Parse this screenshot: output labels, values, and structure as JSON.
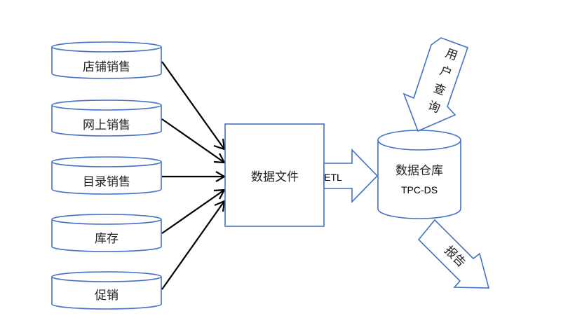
{
  "diagram": {
    "sources": [
      {
        "label": "店铺销售"
      },
      {
        "label": "网上销售"
      },
      {
        "label": "目录销售"
      },
      {
        "label": "库存"
      },
      {
        "label": "促销"
      }
    ],
    "data_files": {
      "label": "数据文件"
    },
    "etl": {
      "label": "ETL"
    },
    "warehouse": {
      "label": "数据仓库",
      "sublabel": "TPC-DS"
    },
    "user_query": {
      "chars": [
        "用",
        "户",
        "查",
        "询"
      ]
    },
    "report": {
      "label": "报告"
    },
    "colors": {
      "shape_stroke": "#4472C4",
      "connector": "#000000"
    }
  }
}
